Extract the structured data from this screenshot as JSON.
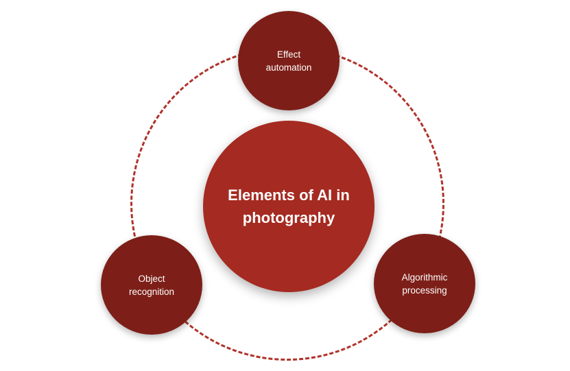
{
  "diagram": {
    "center_label": "Elements of AI in photography",
    "nodes": {
      "top": "Effect automation",
      "left": "Object recognition",
      "right": "Algorithmic processing"
    }
  },
  "colors": {
    "center_fill": "#a52a21",
    "node_fill": "#7d1f18",
    "ring_stroke": "#b0322a",
    "text": "#ffffff"
  }
}
